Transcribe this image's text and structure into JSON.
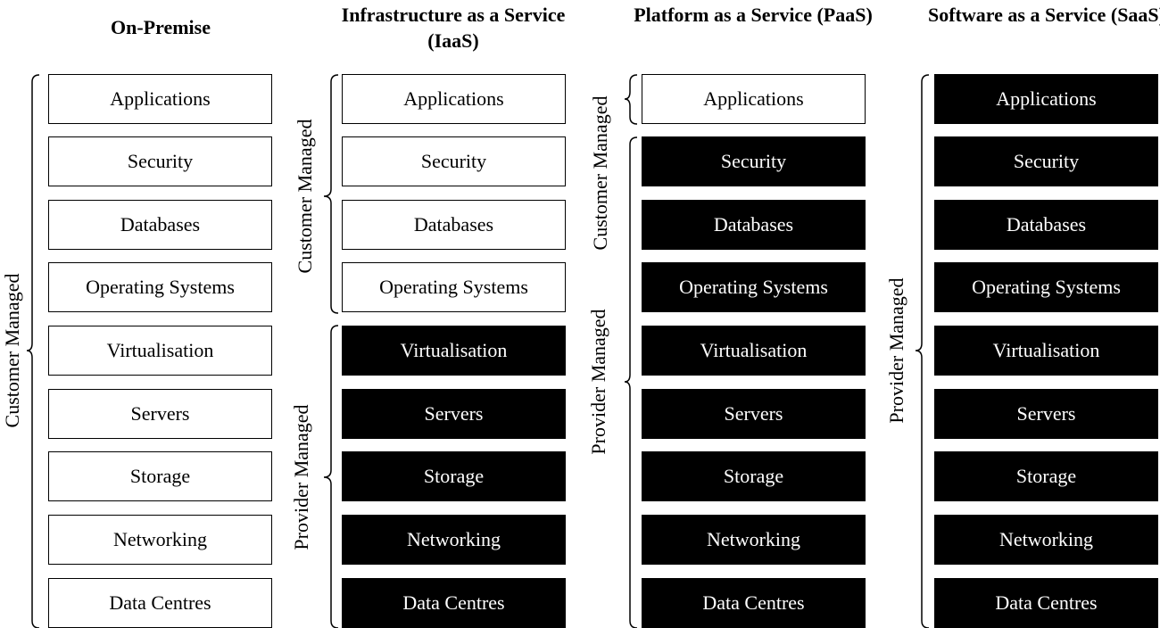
{
  "columns": [
    {
      "title": "On-Premise"
    },
    {
      "title": "Infrastructure as a Service (IaaS)"
    },
    {
      "title": "Platform as a Service (PaaS)"
    },
    {
      "title": "Software as a Service (SaaS)"
    }
  ],
  "layers": [
    "Applications",
    "Security",
    "Databases",
    "Operating Systems",
    "Virtualisation",
    "Servers",
    "Storage",
    "Networking",
    "Data Centres"
  ],
  "brackets": {
    "customer_managed": "Customer Managed",
    "provider_managed": "Provider Managed"
  },
  "colors": {
    "customer_fill": "#ffffff",
    "provider_fill": "#000000"
  }
}
